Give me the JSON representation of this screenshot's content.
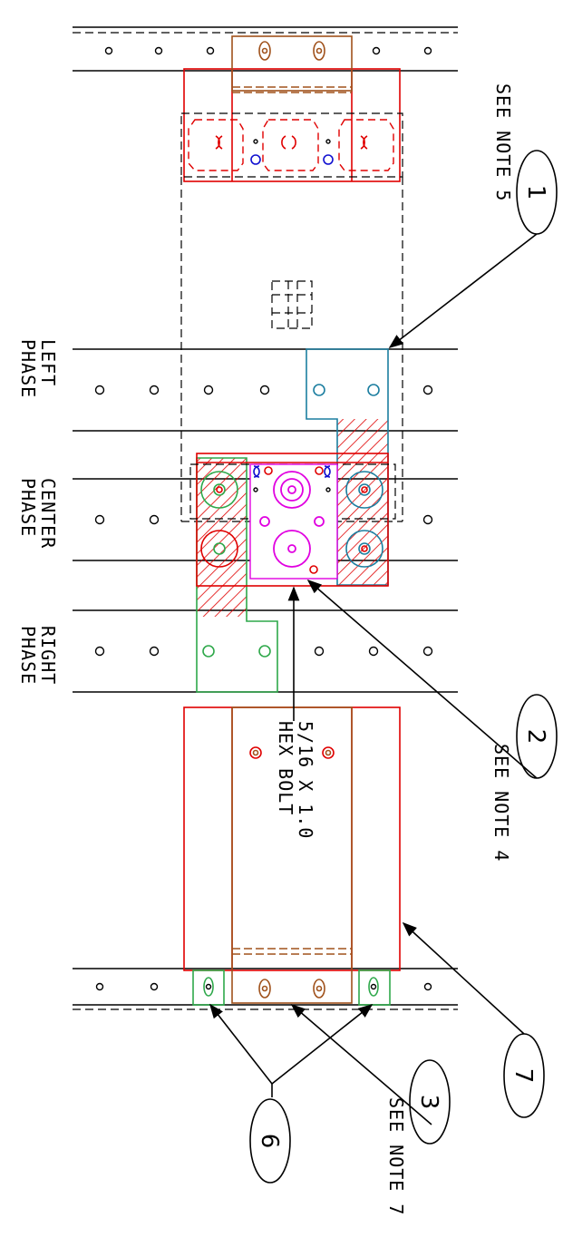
{
  "callouts": [
    {
      "number": "1",
      "note": "SEE NOTE 5"
    },
    {
      "number": "2",
      "note": "SEE NOTE 4"
    },
    {
      "number": "3",
      "note": "SEE NOTE 7"
    },
    {
      "number": "6",
      "note": ""
    },
    {
      "number": "7",
      "note": ""
    }
  ],
  "phases": {
    "left": [
      "LEFT",
      "PHASE"
    ],
    "center": [
      "CENTER",
      "PHASE"
    ],
    "right": [
      "RIGHT",
      "PHASE"
    ]
  },
  "bolt_label": [
    "5/16 X 1.0",
    "HEX BOLT"
  ],
  "colors": {
    "outline": "#000000",
    "red": "#e00000",
    "brown": "#a0521c",
    "green": "#2ea84a",
    "teal": "#1c7ea0",
    "magenta": "#e000e0",
    "blue": "#1010d0"
  }
}
